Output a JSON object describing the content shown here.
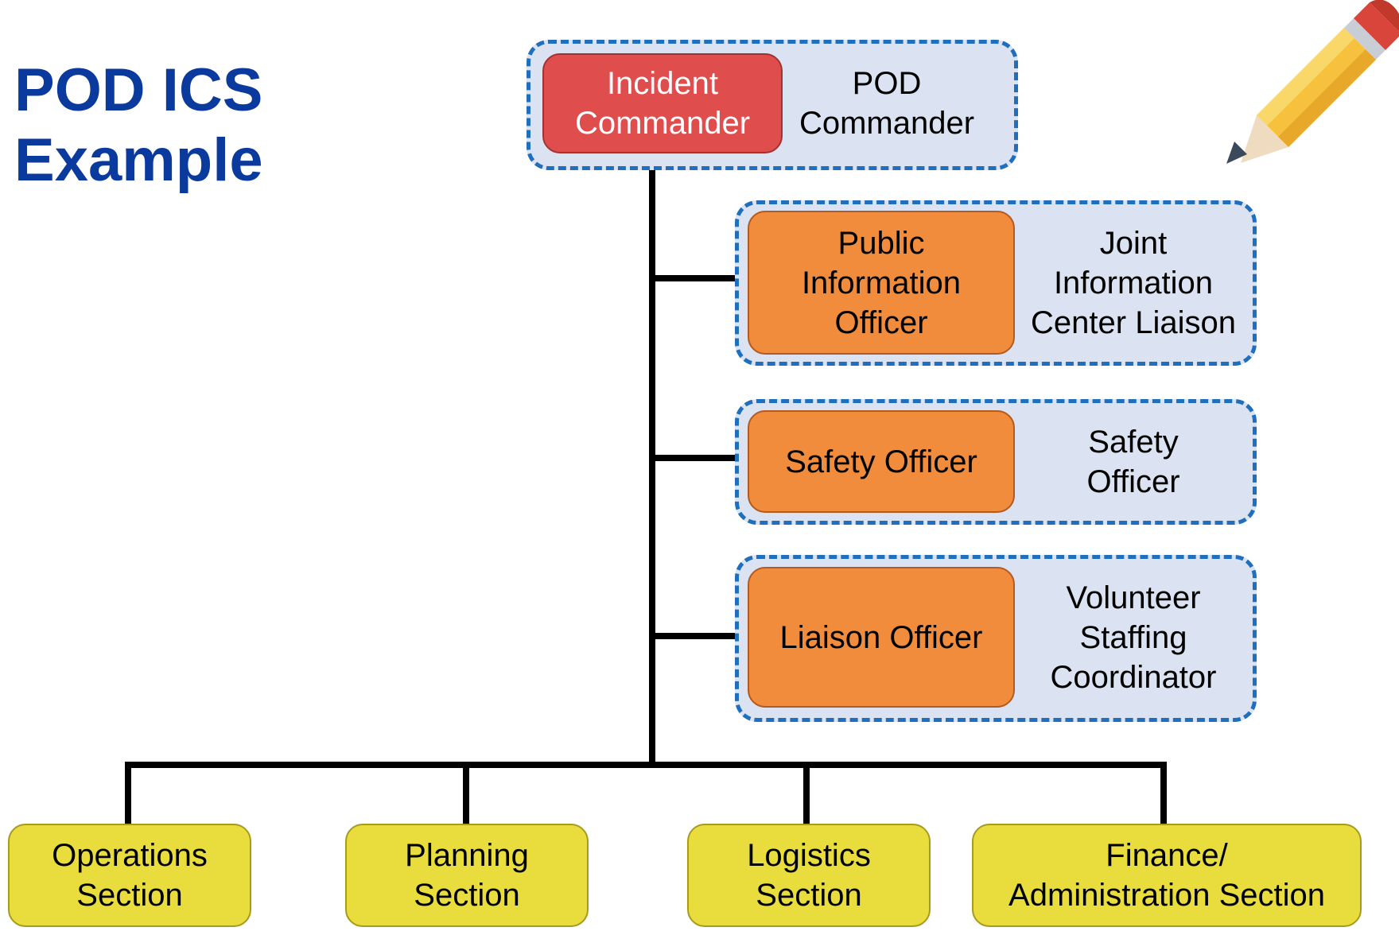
{
  "title": {
    "line1": "POD ICS",
    "line2": "Example"
  },
  "top": {
    "role": [
      "Incident",
      "Commander"
    ],
    "pod_role": [
      "POD",
      "Commander"
    ]
  },
  "staff": [
    {
      "role": [
        "Public",
        "Information",
        "Officer"
      ],
      "pod_role": [
        "Joint",
        "Information",
        "Center Liaison"
      ]
    },
    {
      "role": [
        "Safety Officer"
      ],
      "pod_role": [
        "Safety",
        "Officer"
      ]
    },
    {
      "role": [
        "Liaison Officer"
      ],
      "pod_role": [
        "Volunteer",
        "Staffing",
        "Coordinator"
      ]
    }
  ],
  "sections": [
    [
      "Operations",
      "Section"
    ],
    [
      "Planning",
      "Section"
    ],
    [
      "Logistics",
      "Section"
    ],
    [
      "Finance/",
      "Administration Section"
    ]
  ],
  "colors": {
    "title": "#0b3a9e",
    "group_fill": "#dbe3f3",
    "group_border": "#1f6fbe",
    "command": "#e04d4d",
    "staff": "#f08c3c",
    "section": "#e9dc3d"
  },
  "icons": {
    "decoration": "pencil-icon"
  }
}
